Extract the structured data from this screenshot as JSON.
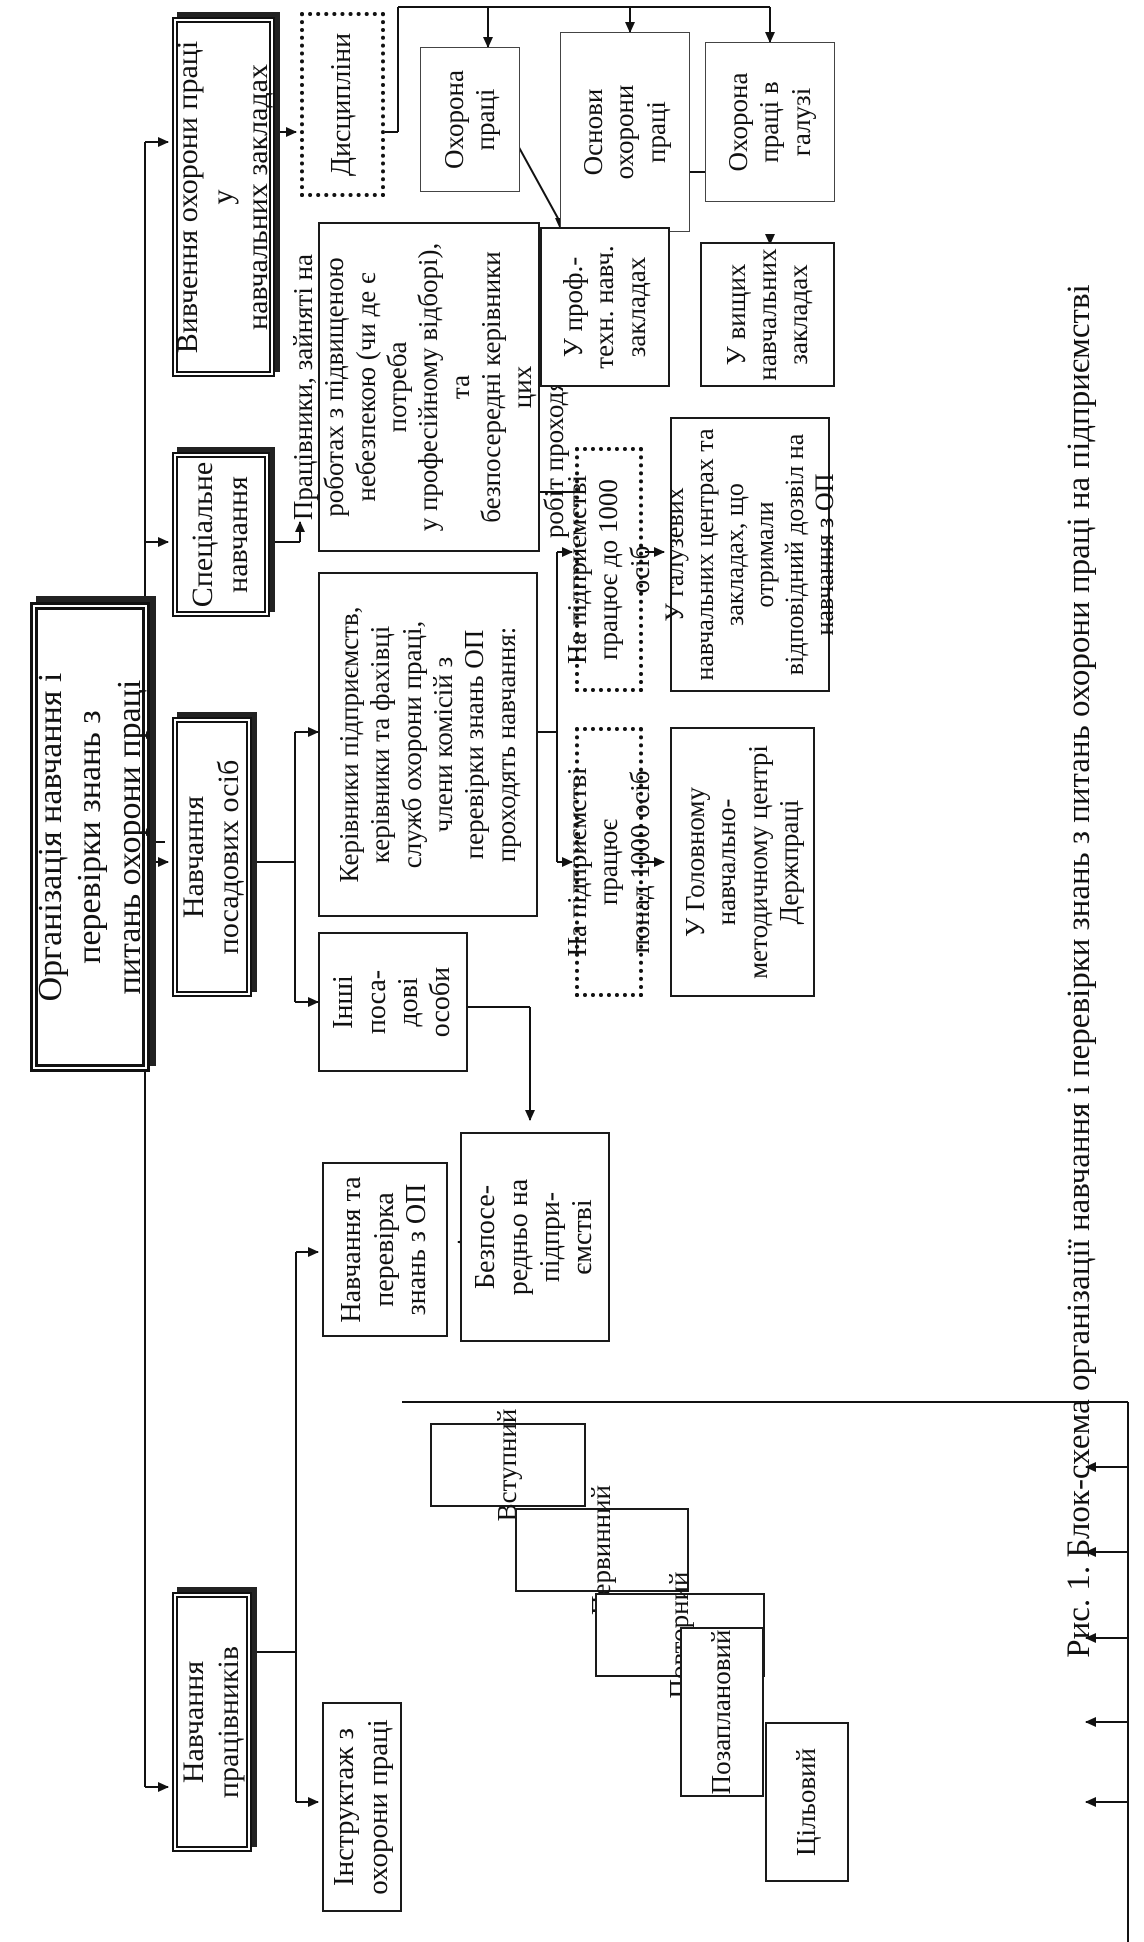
{
  "diagram": {
    "root": "Організація навчання і перевірки знань з\nпитань охорони праці",
    "branches": {
      "workers": "Навчання\nпрацівників",
      "officials": "Навчання\nпосадових осіб",
      "special": "Спеціальне\nнавчання",
      "schools": "Вивчення охорони праці у\nнавчальних закладах"
    },
    "workers": {
      "briefing": "Інструктаж з\nохорони праці",
      "briefing_types": [
        "Вступний",
        "Первинний",
        "Повторний",
        "Позаплановий",
        "Цільовий"
      ],
      "training_check": "Навчання та\nперевірка\nзнань з ОП",
      "at_enterprise": "Безпосе-\nредньо на\nпідпри-\nємстві"
    },
    "officials": {
      "other": "Інші\nпоса-\nдові\nособи",
      "managers": "Керівники підприємств,\nкерівники та фахівці\nслужб охорони праці,\nчлени комісій з\nперевірки знань ОП\nпроходять навчання:",
      "over_1000": "На підприємстві працює\nпонад 1000 осіб",
      "up_to_1000": "На підприємстві\nпрацює до 1000 осіб",
      "main_center": "У Головному\nнавчально-\nметодичному центрі\nДержпраці",
      "branch_centers": "У галузевих\nнавчальних центрах та\nзакладах, що отримали\nвідповідний дозвіл на\nнавчання з ОП"
    },
    "special": {
      "workers": "Працівники, зайняті на\nроботах з підвищеною\nнебезпекою (чи де є потреба\nу професійному відборі), та\nбезпосередні керівники цих\nробіт проходять навчання:"
    },
    "schools": {
      "disciplines": "Дисципліни",
      "subjects": [
        "Охорона\nпраці",
        "Основи\nохорони\nпраці",
        "Охорона\nпраці в\nгалузі"
      ],
      "vocational": "У проф.-\nтехн. навч.\nзакладах",
      "higher": "У вищих\nнавчальних\nзакладах"
    }
  },
  "caption": "Рис. 1. Блок-схема організації навчання і перевірки знань з питань охорони праці на підприємстві",
  "colors": {
    "line": "#111111",
    "background": "#ffffff"
  }
}
